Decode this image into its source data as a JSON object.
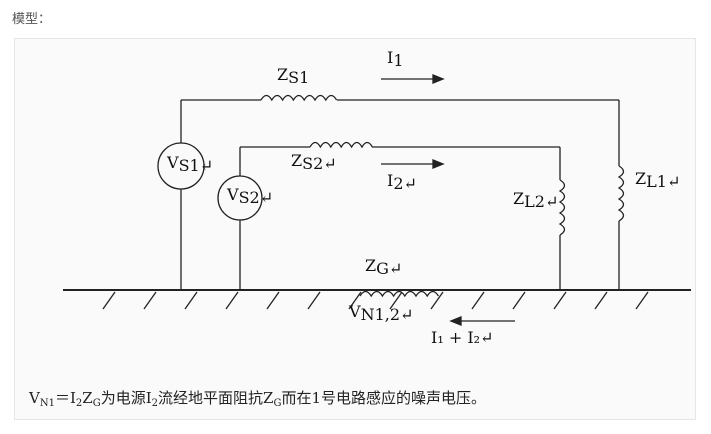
{
  "header": {
    "label": "模型："
  },
  "diagram": {
    "labels": {
      "zs1": {
        "main": "Z",
        "sub": "S1",
        "mark": ""
      },
      "zs2": {
        "main": "Z",
        "sub": "S2",
        "mark": "↵"
      },
      "i1": {
        "main": "I",
        "sub": "1",
        "mark": ""
      },
      "i2": {
        "main": "I",
        "sub": "2",
        "mark": "↵"
      },
      "vs1": {
        "main": "V",
        "sub": "S1",
        "mark": "↵"
      },
      "vs2": {
        "main": "V",
        "sub": "S2",
        "mark": "↵"
      },
      "zl2": {
        "main": "Z",
        "sub": "L2",
        "mark": "↵"
      },
      "zl1": {
        "main": "Z",
        "sub": "L1",
        "mark": "↵"
      },
      "zg": {
        "main": "Z",
        "sub": "G",
        "mark": "↵"
      },
      "vn12": {
        "main": "V",
        "sub": "N1,2",
        "mark": "↵"
      },
      "isum": {
        "text": "I₁ + I₂",
        "mark": "↵"
      }
    }
  },
  "caption": {
    "v": "V",
    "v_sub": "N1",
    "eq": "＝I",
    "i_sub": "2",
    "z": "Z",
    "z_sub": "G",
    "text1": "为电源I",
    "text1_sub": "2",
    "text2": "流经地平面阻抗Z",
    "text2_sub": "G",
    "text3": "而在1号电路感应的噪声电压。"
  }
}
